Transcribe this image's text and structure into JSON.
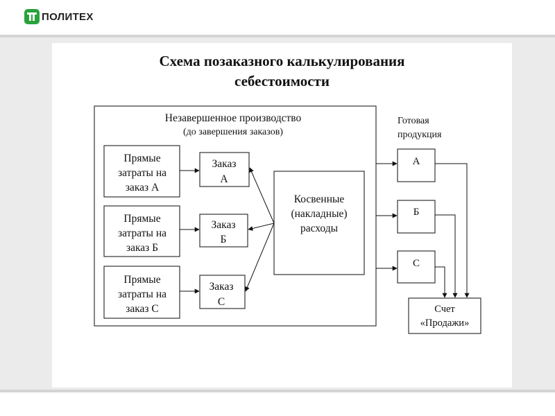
{
  "header": {
    "logo_text": "ПОЛИТЕХ",
    "brand_color": "#2aa23c"
  },
  "title": {
    "line1": "Схема позаказного калькулирования",
    "line2": "себестоимости"
  },
  "diagram": {
    "wip": {
      "label": "Незавершенное производство",
      "sublabel": "(до завершения заказов)"
    },
    "direct_costs": [
      {
        "l1": "Прямые",
        "l2": "затраты на",
        "l3": "заказ А"
      },
      {
        "l1": "Прямые",
        "l2": "затраты на",
        "l3": "заказ Б"
      },
      {
        "l1": "Прямые",
        "l2": "затраты на",
        "l3": "заказ С"
      }
    ],
    "orders": [
      {
        "l1": "Заказ",
        "l2": "А"
      },
      {
        "l1": "Заказ",
        "l2": "Б"
      },
      {
        "l1": "Заказ",
        "l2": "С"
      }
    ],
    "overhead": {
      "l1": "Косвенные",
      "l2": "(накладные)",
      "l3": "расходы"
    },
    "finished_goods": {
      "l1": "Готовая",
      "l2": "продукция"
    },
    "products": [
      "А",
      "Б",
      "С"
    ],
    "sales": {
      "l1": "Счет",
      "l2": "«Продажи»"
    }
  }
}
